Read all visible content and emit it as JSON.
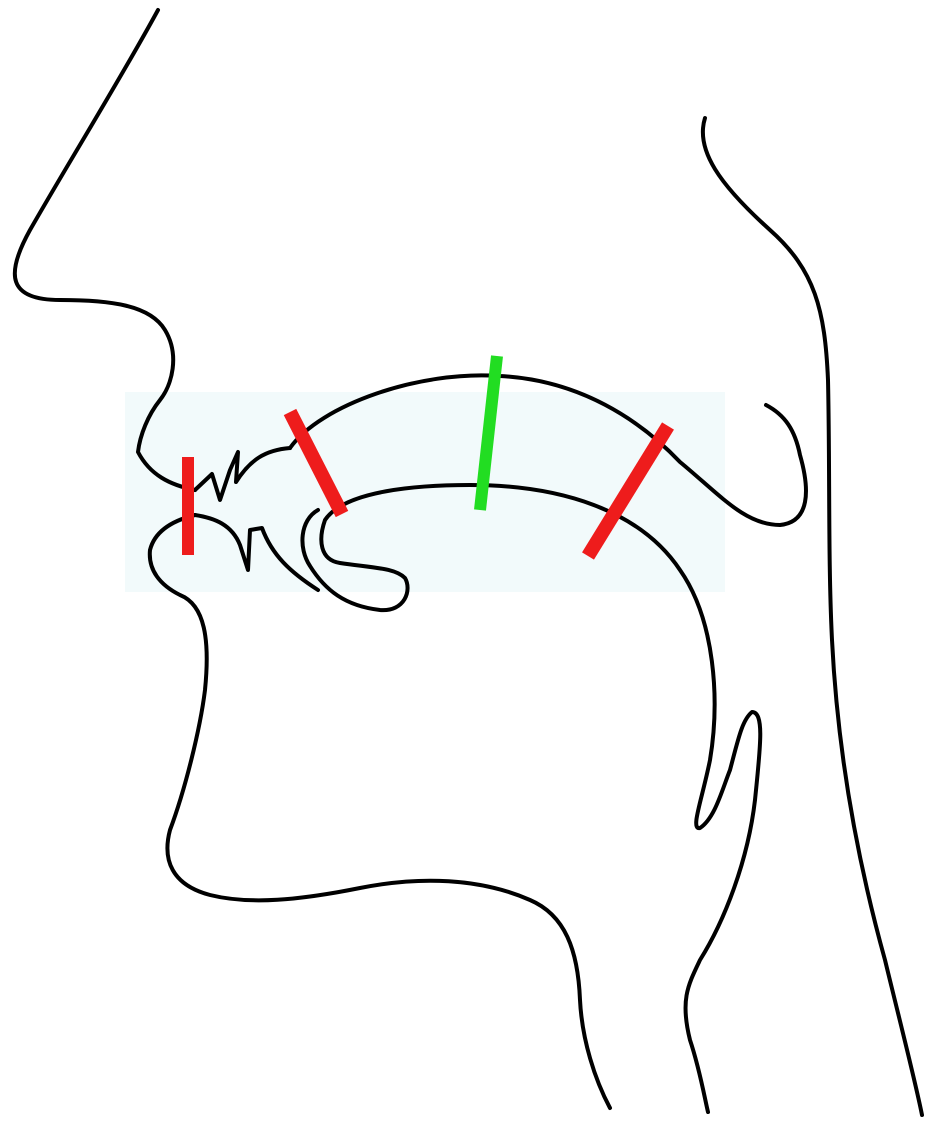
{
  "diagram": {
    "kind": "sagittal cross-section of the human vocal tract",
    "background": "#ffffff",
    "outline_color": "#000000",
    "highlight_band_color": "#e8f6f8",
    "markers": [
      {
        "id": "marker-lips",
        "role": "constriction",
        "color": "#ee1c1c"
      },
      {
        "id": "marker-alveolar",
        "role": "constriction",
        "color": "#ee1c1c"
      },
      {
        "id": "marker-palatal",
        "role": "highlighted",
        "color": "#22dd22"
      },
      {
        "id": "marker-velar",
        "role": "constriction",
        "color": "#ee1c1c"
      }
    ]
  }
}
